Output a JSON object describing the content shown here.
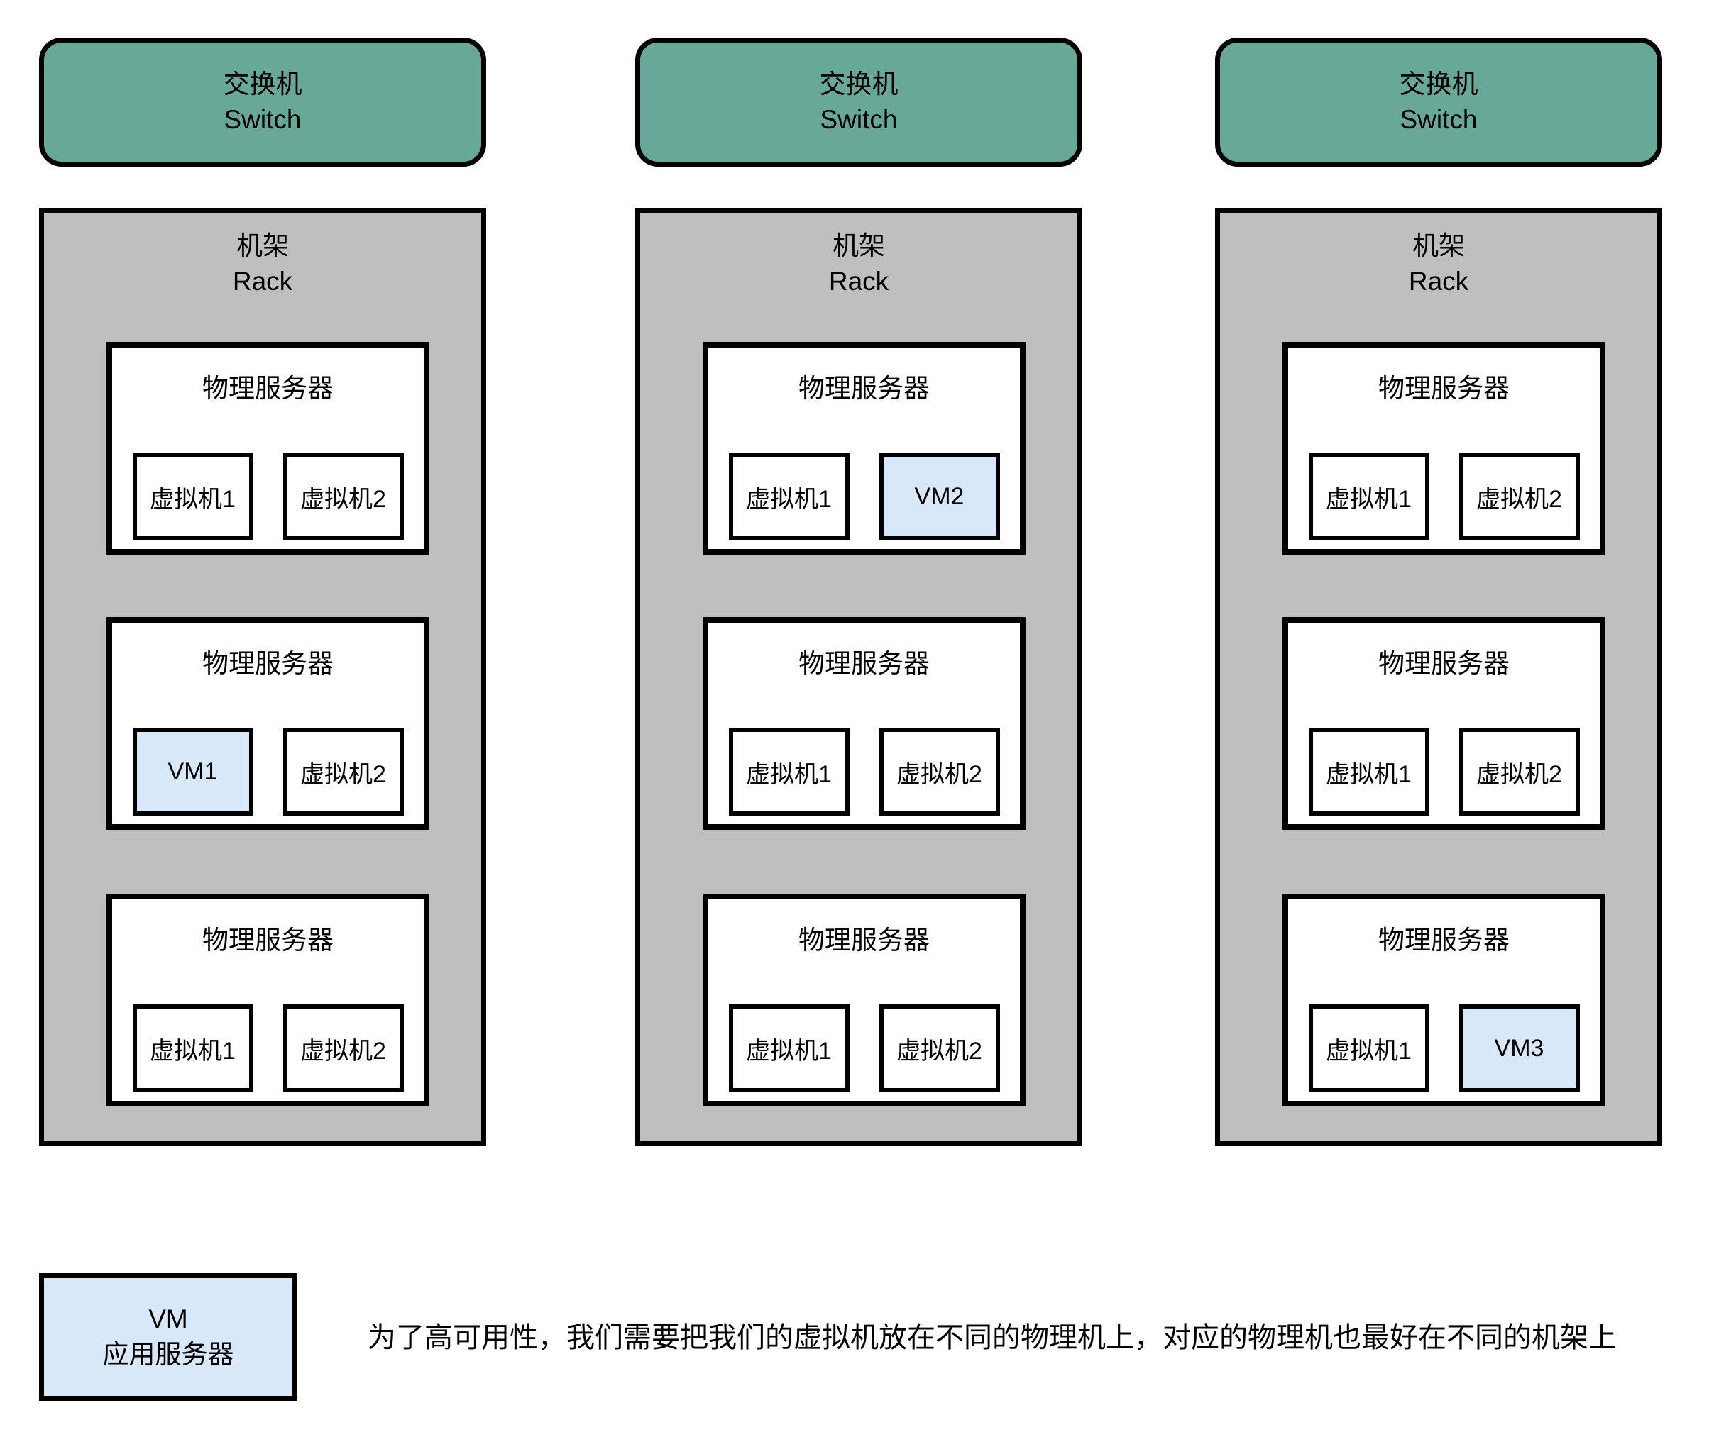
{
  "colors": {
    "switch_fill": "#68A898",
    "rack_fill": "#BFBFBF",
    "server_fill": "#FFFFFF",
    "vm_fill": "#FFFFFF",
    "vm_highlight_fill": "#D9E8F9",
    "line": "#000000"
  },
  "racks": [
    {
      "switch": {
        "zh": "交换机",
        "en": "Switch"
      },
      "rack": {
        "zh": "机架",
        "en": "Rack"
      },
      "servers": [
        {
          "title": "物理服务器",
          "vms": [
            {
              "label": "虚拟机1",
              "style": "normal"
            },
            {
              "label": "虚拟机2",
              "style": "normal"
            }
          ]
        },
        {
          "title": "物理服务器",
          "vms": [
            {
              "label": "VM1",
              "style": "highlight"
            },
            {
              "label": "虚拟机2",
              "style": "normal"
            }
          ]
        },
        {
          "title": "物理服务器",
          "vms": [
            {
              "label": "虚拟机1",
              "style": "normal"
            },
            {
              "label": "虚拟机2",
              "style": "normal"
            }
          ]
        }
      ]
    },
    {
      "switch": {
        "zh": "交换机",
        "en": "Switch"
      },
      "rack": {
        "zh": "机架",
        "en": "Rack"
      },
      "servers": [
        {
          "title": "物理服务器",
          "vms": [
            {
              "label": "虚拟机1",
              "style": "normal"
            },
            {
              "label": "VM2",
              "style": "highlight"
            }
          ]
        },
        {
          "title": "物理服务器",
          "vms": [
            {
              "label": "虚拟机1",
              "style": "normal"
            },
            {
              "label": "虚拟机2",
              "style": "normal"
            }
          ]
        },
        {
          "title": "物理服务器",
          "vms": [
            {
              "label": "虚拟机1",
              "style": "normal"
            },
            {
              "label": "虚拟机2",
              "style": "normal"
            }
          ]
        }
      ]
    },
    {
      "switch": {
        "zh": "交换机",
        "en": "Switch"
      },
      "rack": {
        "zh": "机架",
        "en": "Rack"
      },
      "servers": [
        {
          "title": "物理服务器",
          "vms": [
            {
              "label": "虚拟机1",
              "style": "normal"
            },
            {
              "label": "虚拟机2",
              "style": "normal"
            }
          ]
        },
        {
          "title": "物理服务器",
          "vms": [
            {
              "label": "虚拟机1",
              "style": "normal"
            },
            {
              "label": "虚拟机2",
              "style": "normal"
            }
          ]
        },
        {
          "title": "物理服务器",
          "vms": [
            {
              "label": "虚拟机1",
              "style": "normal"
            },
            {
              "label": "VM3",
              "style": "highlight"
            }
          ]
        }
      ]
    }
  ],
  "legend": {
    "line1": "VM",
    "line2": "应用服务器"
  },
  "note": "为了高可用性，我们需要把我们的虚拟机放在不同的物理机上，对应的物理机也最好在不同的机架上"
}
